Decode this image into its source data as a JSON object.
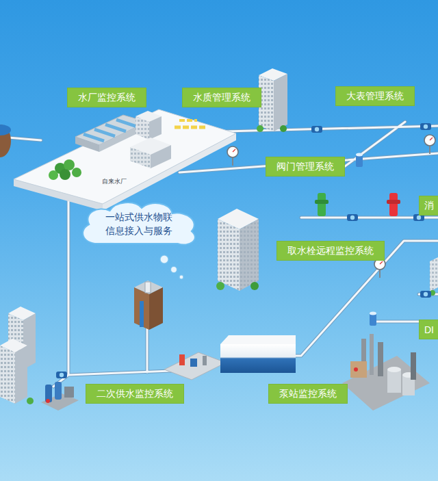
{
  "diagram": {
    "nodes": [
      {
        "text": [
          "水厂监控系统"
        ]
      },
      {
        "text": [
          "水质管理系统"
        ]
      },
      {
        "text": [
          "大表管理系统"
        ]
      },
      {
        "text": [
          "阀门管理系统"
        ]
      },
      {
        "text": [
          "消"
        ]
      },
      {
        "text": [
          "一站式供水物联 信息接入与服务"
        ]
      },
      {
        "text": [
          "取水栓远程监控系统"
        ]
      },
      {
        "text": [
          "DI"
        ]
      },
      {
        "text": [
          "二次供水监控系统"
        ]
      },
      {
        "text": [
          "泵站监控系统"
        ]
      }
    ],
    "labels": [
      "自来水厂"
    ]
  }
}
